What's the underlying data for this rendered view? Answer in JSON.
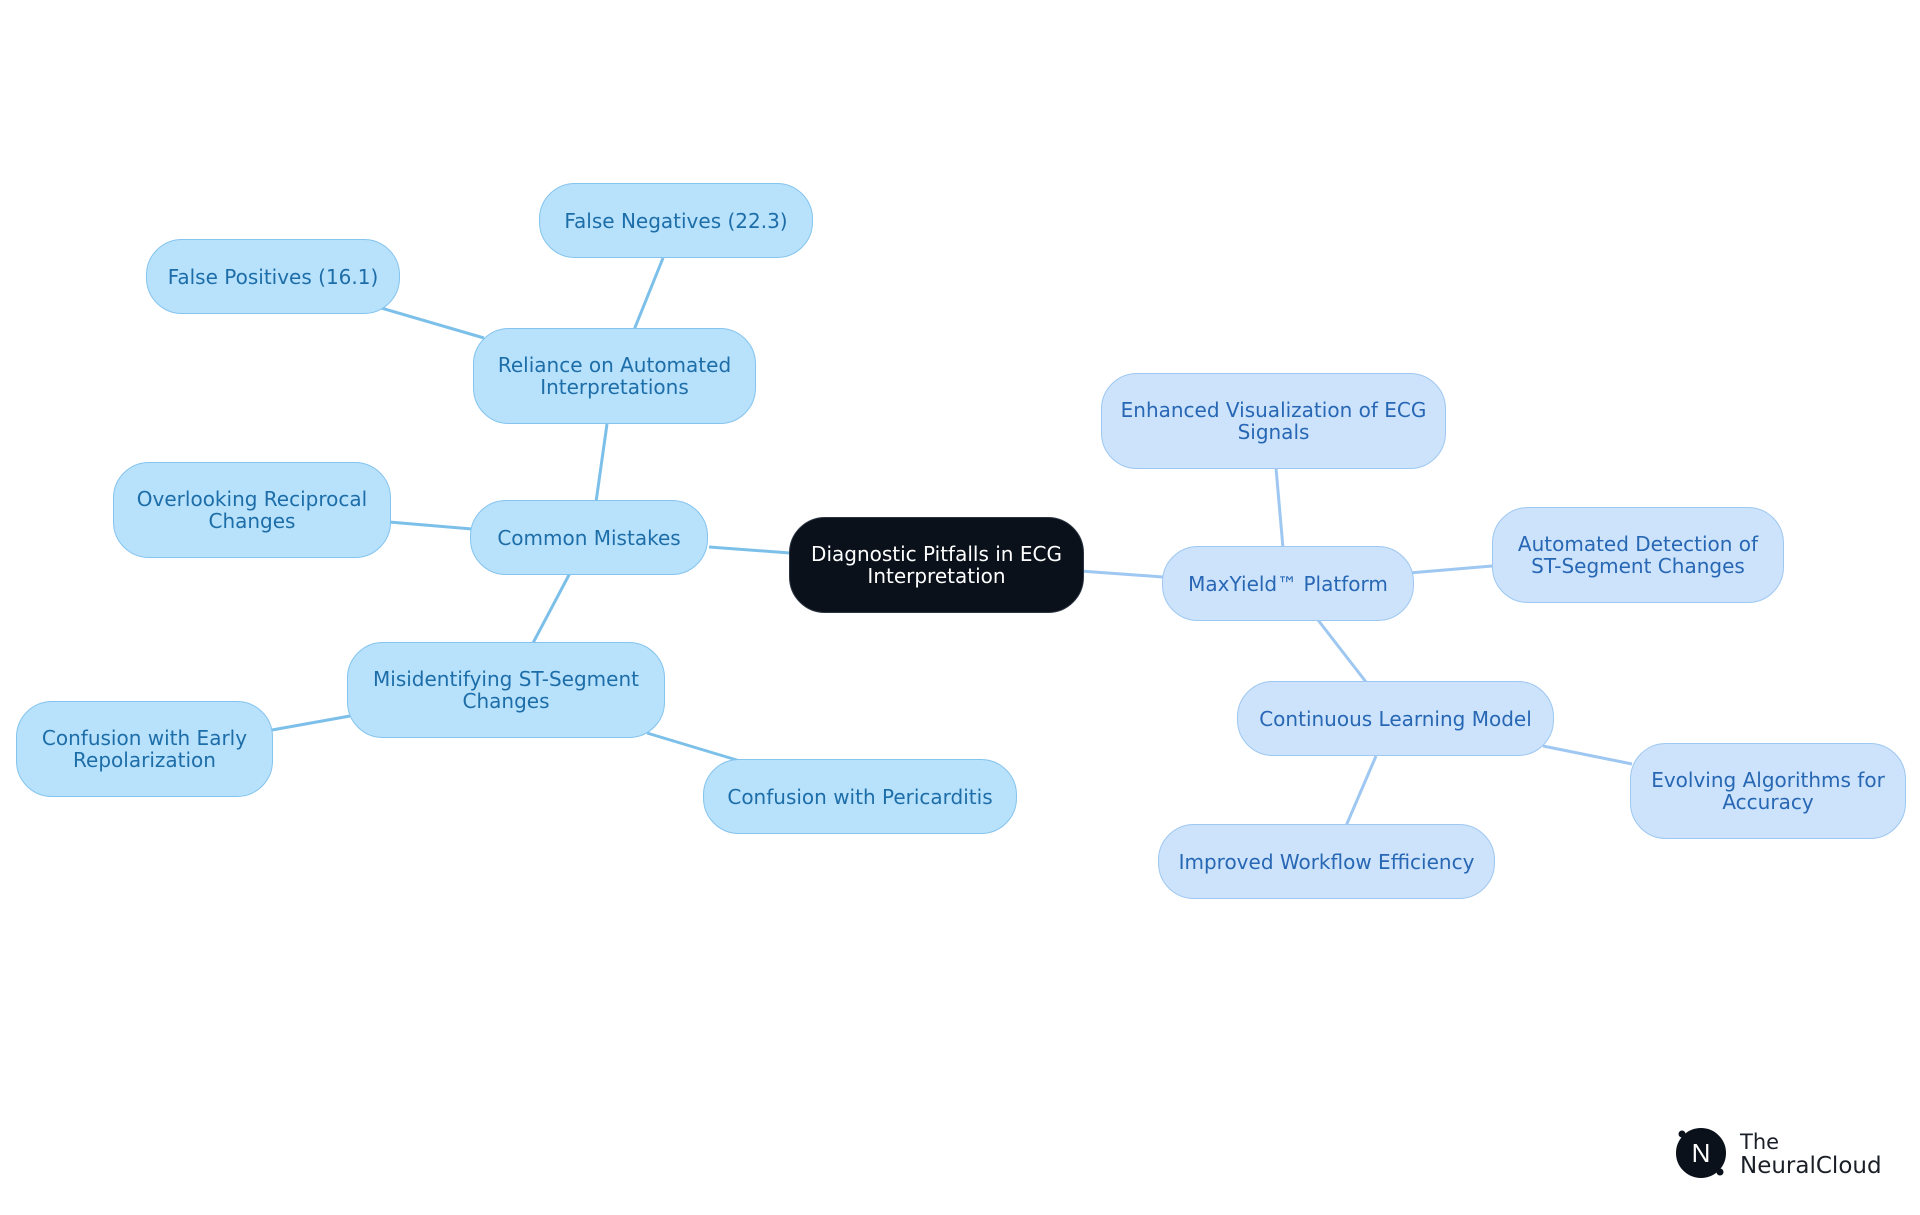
{
  "diagram": {
    "root": "Diagnostic Pitfalls in ECG\nInterpretation",
    "nodes": {
      "common_mistakes": "Common Mistakes",
      "reliance": "Reliance on Automated\nInterpretations",
      "false_negatives": "False Negatives (22.3)",
      "false_positives": "False Positives (16.1)",
      "overlooking": "Overlooking Reciprocal\nChanges",
      "misidentifying": "Misidentifying ST-Segment\nChanges",
      "early_repol": "Confusion with Early\nRepolarization",
      "pericarditis": "Confusion with Pericarditis",
      "maxyield": "MaxYield™ Platform",
      "enhanced_vis": "Enhanced Visualization of ECG\nSignals",
      "automated_detection": "Automated Detection of\nST-Segment Changes",
      "continuous_learning": "Continuous Learning Model",
      "evolving_algorithms": "Evolving Algorithms for\nAccuracy",
      "workflow": "Improved Workflow Efficiency"
    },
    "colors": {
      "root_fill": "#0b111b",
      "left_fill": "#b8e1fc",
      "left_edge": "#7cc0ea",
      "left_text": "#1d6ea8",
      "right_fill": "#cce3fb",
      "right_edge": "#9ec7f1",
      "right_text": "#2767b4"
    }
  },
  "logo": {
    "line1": "The",
    "line2": "NeuralCloud",
    "mark": "N"
  }
}
